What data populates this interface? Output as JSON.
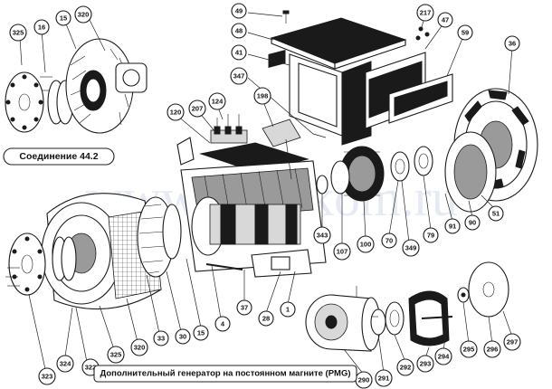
{
  "captions": {
    "connection": "Соединение 44.2",
    "pmg": "Дополнительный генератор на постоянном магните (PMG)"
  },
  "callouts": {
    "p16": "16",
    "p15a": "15",
    "p320a": "320",
    "p325a": "325",
    "p49": "49",
    "p48": "48",
    "p41": "41",
    "p347": "347",
    "p217": "217",
    "p47": "47",
    "p59": "59",
    "p36": "36",
    "p198": "198",
    "p124": "124",
    "p207": "207",
    "p120": "120",
    "p324": "324",
    "p323": "323",
    "p322": "322",
    "p325b": "325",
    "p320b": "320",
    "p33": "33",
    "p30": "30",
    "p15b": "15",
    "p4": "4",
    "p37": "37",
    "p28": "28",
    "p1": "1",
    "p343": "343",
    "p107": "107",
    "p100": "100",
    "p70": "70",
    "p349": "349",
    "p79": "79",
    "p91": "91",
    "p90": "90",
    "p51": "51",
    "p290": "290",
    "p291": "291",
    "p292": "292",
    "p293": "293",
    "p294": "294",
    "p295": "295",
    "p296": "296",
    "p297": "297"
  },
  "watermark": "www.vart-kom.ru"
}
